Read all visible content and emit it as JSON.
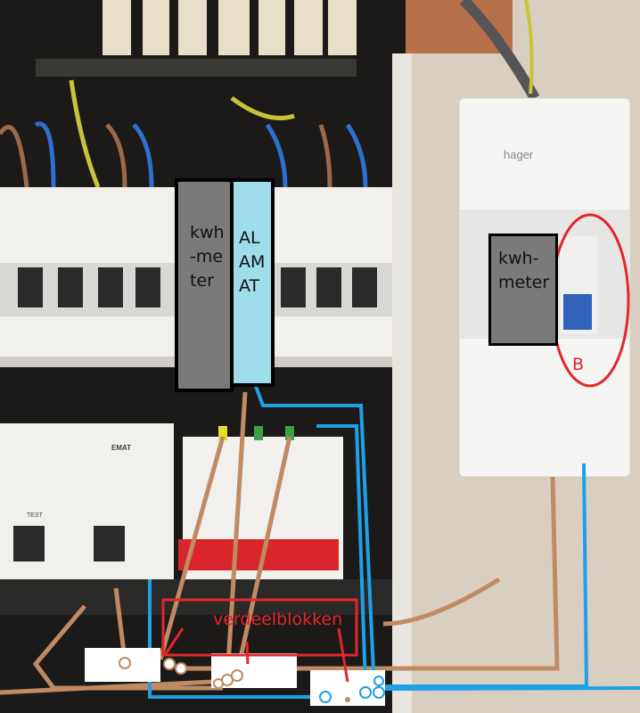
{
  "photo": {
    "panel_brand": "hager",
    "breaker_brand": "EMAT",
    "rcd_button": "TEST"
  },
  "annotations": {
    "kwh_meter_left": "kwh-meter",
    "alamat": "ALAMAT",
    "kwh_meter_right": "kwh-meter",
    "circle_label": "B",
    "distribution_blocks": "verdeelblokken"
  },
  "colors": {
    "kwh_box": "#7a7a7a",
    "alamat_box": "#9fdcec",
    "brown_wire": "#c08a62",
    "blue_wire": "#1ea0e6",
    "red_marker": "#e2262b"
  }
}
